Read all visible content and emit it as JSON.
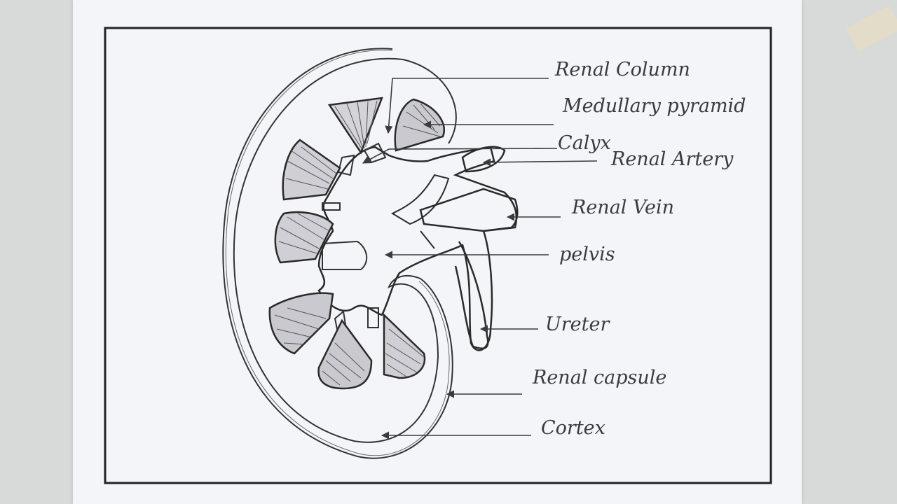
{
  "labels": {
    "renal_column": "Renal Column",
    "medullary_pyramid": "Medullary pyramid",
    "calyx": "Calyx",
    "renal_artery": "Renal Artery",
    "renal_vein": "Renal Vein",
    "pelvis": "pelvis",
    "ureter": "Ureter",
    "renal_capsule": "Renal capsule",
    "cortex": "Cortex"
  },
  "icons": {
    "leader_arrow": "arrowhead-icon"
  },
  "colors": {
    "pencil": "#3b3b3e",
    "paper": "#f4f5f8",
    "background": "#d7dad9"
  }
}
